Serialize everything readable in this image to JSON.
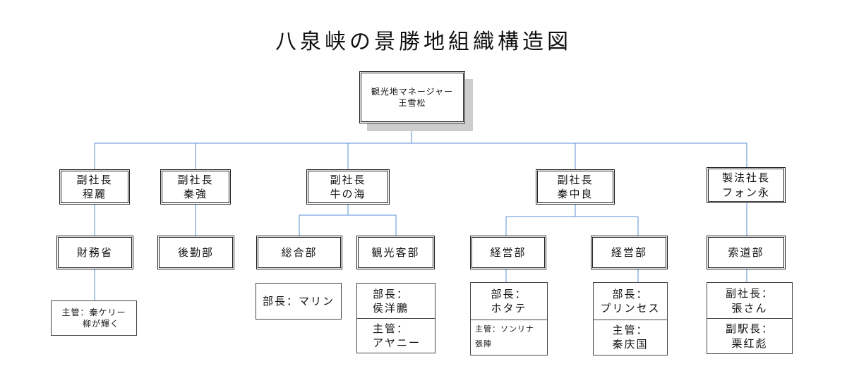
{
  "title": "八泉峡の景勝地組織構造図",
  "root": {
    "line1": "観光地マネージャー",
    "line2": "王雪松"
  },
  "level2": [
    {
      "line1": "副社長",
      "line2": "程麗"
    },
    {
      "line1": "副社長",
      "line2": "秦強"
    },
    {
      "line1": "副社長",
      "line2": "牛の海"
    },
    {
      "line1": "副社長",
      "line2": "秦中良"
    },
    {
      "line1": "製法社長",
      "line2": "フォン永"
    }
  ],
  "departments": [
    {
      "label": "財務省"
    },
    {
      "label": "後勤部"
    },
    {
      "label": "総合部"
    },
    {
      "label": "観光客部"
    },
    {
      "label": "経営部"
    },
    {
      "label": "経営部"
    },
    {
      "label": "索道部"
    }
  ],
  "staff": {
    "finance": {
      "line1": "主管：秦ケリー",
      "line2": "柳が輝く"
    },
    "general": {
      "line1": "部長：マリン"
    },
    "tourist": [
      {
        "line1": "部長：",
        "line2": "侯洋鵬"
      },
      {
        "line1": "主管：",
        "line2": "アヤニー"
      }
    ],
    "mgmt1": [
      {
        "line1": "部長：",
        "line2": "ホタテ"
      },
      {
        "line1": "主管：ソンリナ",
        "line2": "張陣"
      }
    ],
    "mgmt2": [
      {
        "line1": "部長：",
        "line2": "プリンセス"
      },
      {
        "line1": "主管：",
        "line2": "秦庆国"
      }
    ],
    "ropeway": [
      {
        "line1": "副社長：",
        "line2": "張さん"
      },
      {
        "line1": "副駅長：",
        "line2": "栗红彪"
      }
    ]
  },
  "colors": {
    "connector": "#5b8fd6",
    "border": "#222222",
    "shadow": "#cdcdcd"
  }
}
